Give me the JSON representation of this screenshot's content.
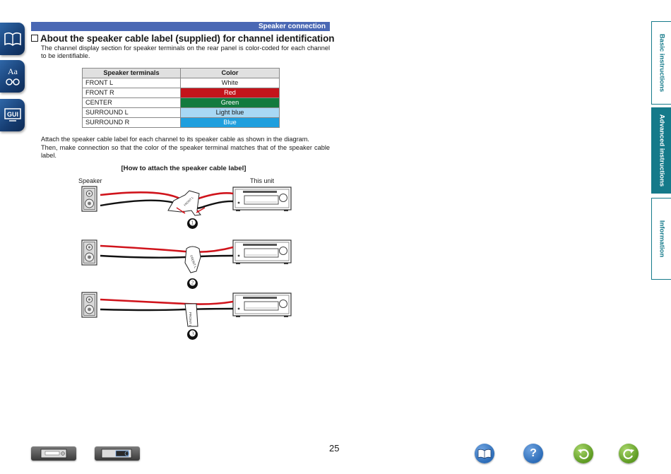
{
  "left_nav": [
    {
      "icon": "book-icon"
    },
    {
      "icon": "glossary-icon",
      "text": "Aa"
    },
    {
      "icon": "gui-icon",
      "text": "GUI"
    }
  ],
  "header": {
    "section": "Speaker connection"
  },
  "title": "About  the speaker cable label (supplied) for channel identification",
  "intro": "The channel display section for speaker terminals on the rear panel is color-coded for each channel to be identifiable.",
  "table": {
    "headers": [
      "Speaker terminals",
      "Color"
    ],
    "rows": [
      {
        "terminal": "FRONT L",
        "color": "White",
        "bg": "#ffffff",
        "fg": "#1a1a1a"
      },
      {
        "terminal": "FRONT R",
        "color": "Red",
        "bg": "#c4141b",
        "fg": "#ffffff"
      },
      {
        "terminal": "CENTER",
        "color": "Green",
        "bg": "#127a3e",
        "fg": "#ffffff"
      },
      {
        "terminal": "SURROUND L",
        "color": "Light blue",
        "bg": "#a8d8f4",
        "fg": "#1a1a1a"
      },
      {
        "terminal": "SURROUND R",
        "color": "Blue",
        "bg": "#1f9fde",
        "fg": "#ffffff"
      }
    ]
  },
  "instruction1": "Attach the speaker cable label for each channel to its speaker cable as shown in the diagram.",
  "instruction2": "Then, make connection so that the color of the speaker terminal matches that of the speaker cable label.",
  "diagram": {
    "heading": "[How to attach the speaker cable label]",
    "speaker_label": "Speaker",
    "unit_label": "This unit",
    "tag_text": "FRONT L",
    "steps": [
      "❶",
      "❷",
      "❸"
    ]
  },
  "right_tabs": [
    {
      "label": "Basic instructions",
      "active": false
    },
    {
      "label": "Advanced instructions",
      "active": true
    },
    {
      "label": "Information",
      "active": false
    }
  ],
  "page_number": "25",
  "bottom_buttons": [
    "front-panel-icon",
    "display-icon"
  ],
  "bottom_right_buttons": [
    {
      "icon": "book-icon",
      "color": "#2d6db8"
    },
    {
      "icon": "help-icon",
      "text": "?",
      "color": "#2d6db8"
    },
    {
      "icon": "back-icon",
      "color": "#6aa82a"
    },
    {
      "icon": "forward-icon",
      "color": "#6aa82a"
    }
  ]
}
